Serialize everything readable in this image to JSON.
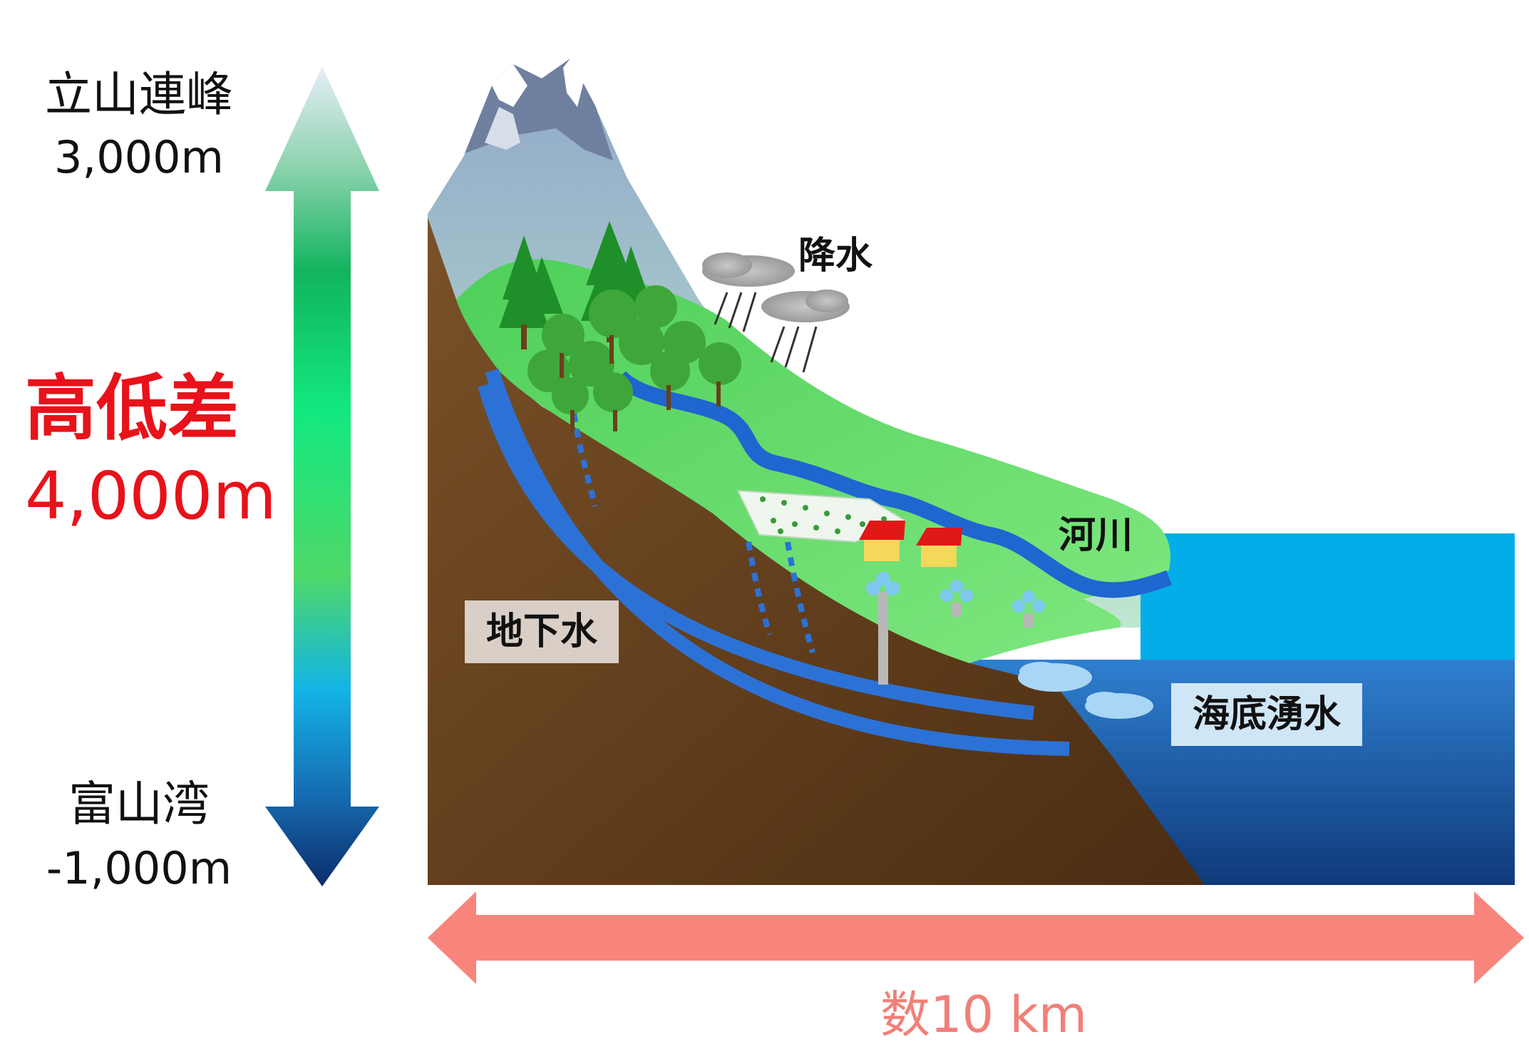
{
  "vertical_scale": {
    "top_name": "立山連峰",
    "top_elevation": "3,000m",
    "difference_title": "高低差",
    "difference_value": "4,000m",
    "bottom_name": "富山湾",
    "bottom_elevation": "-1,000m"
  },
  "labels": {
    "precipitation": "降水",
    "river": "河川",
    "groundwater": "地下水",
    "submarine_spring": "海底湧水"
  },
  "horizontal_scale": {
    "distance": "数10 km"
  },
  "colors": {
    "difference_text": "#e8121a",
    "distance_arrow": "#f8857c",
    "soil": "#6b4423",
    "sea_upper": "#03aee8",
    "sea_lower": "#1f5fb0",
    "land_green": "#66dd66",
    "groundwater_flow": "#2c72d6"
  }
}
